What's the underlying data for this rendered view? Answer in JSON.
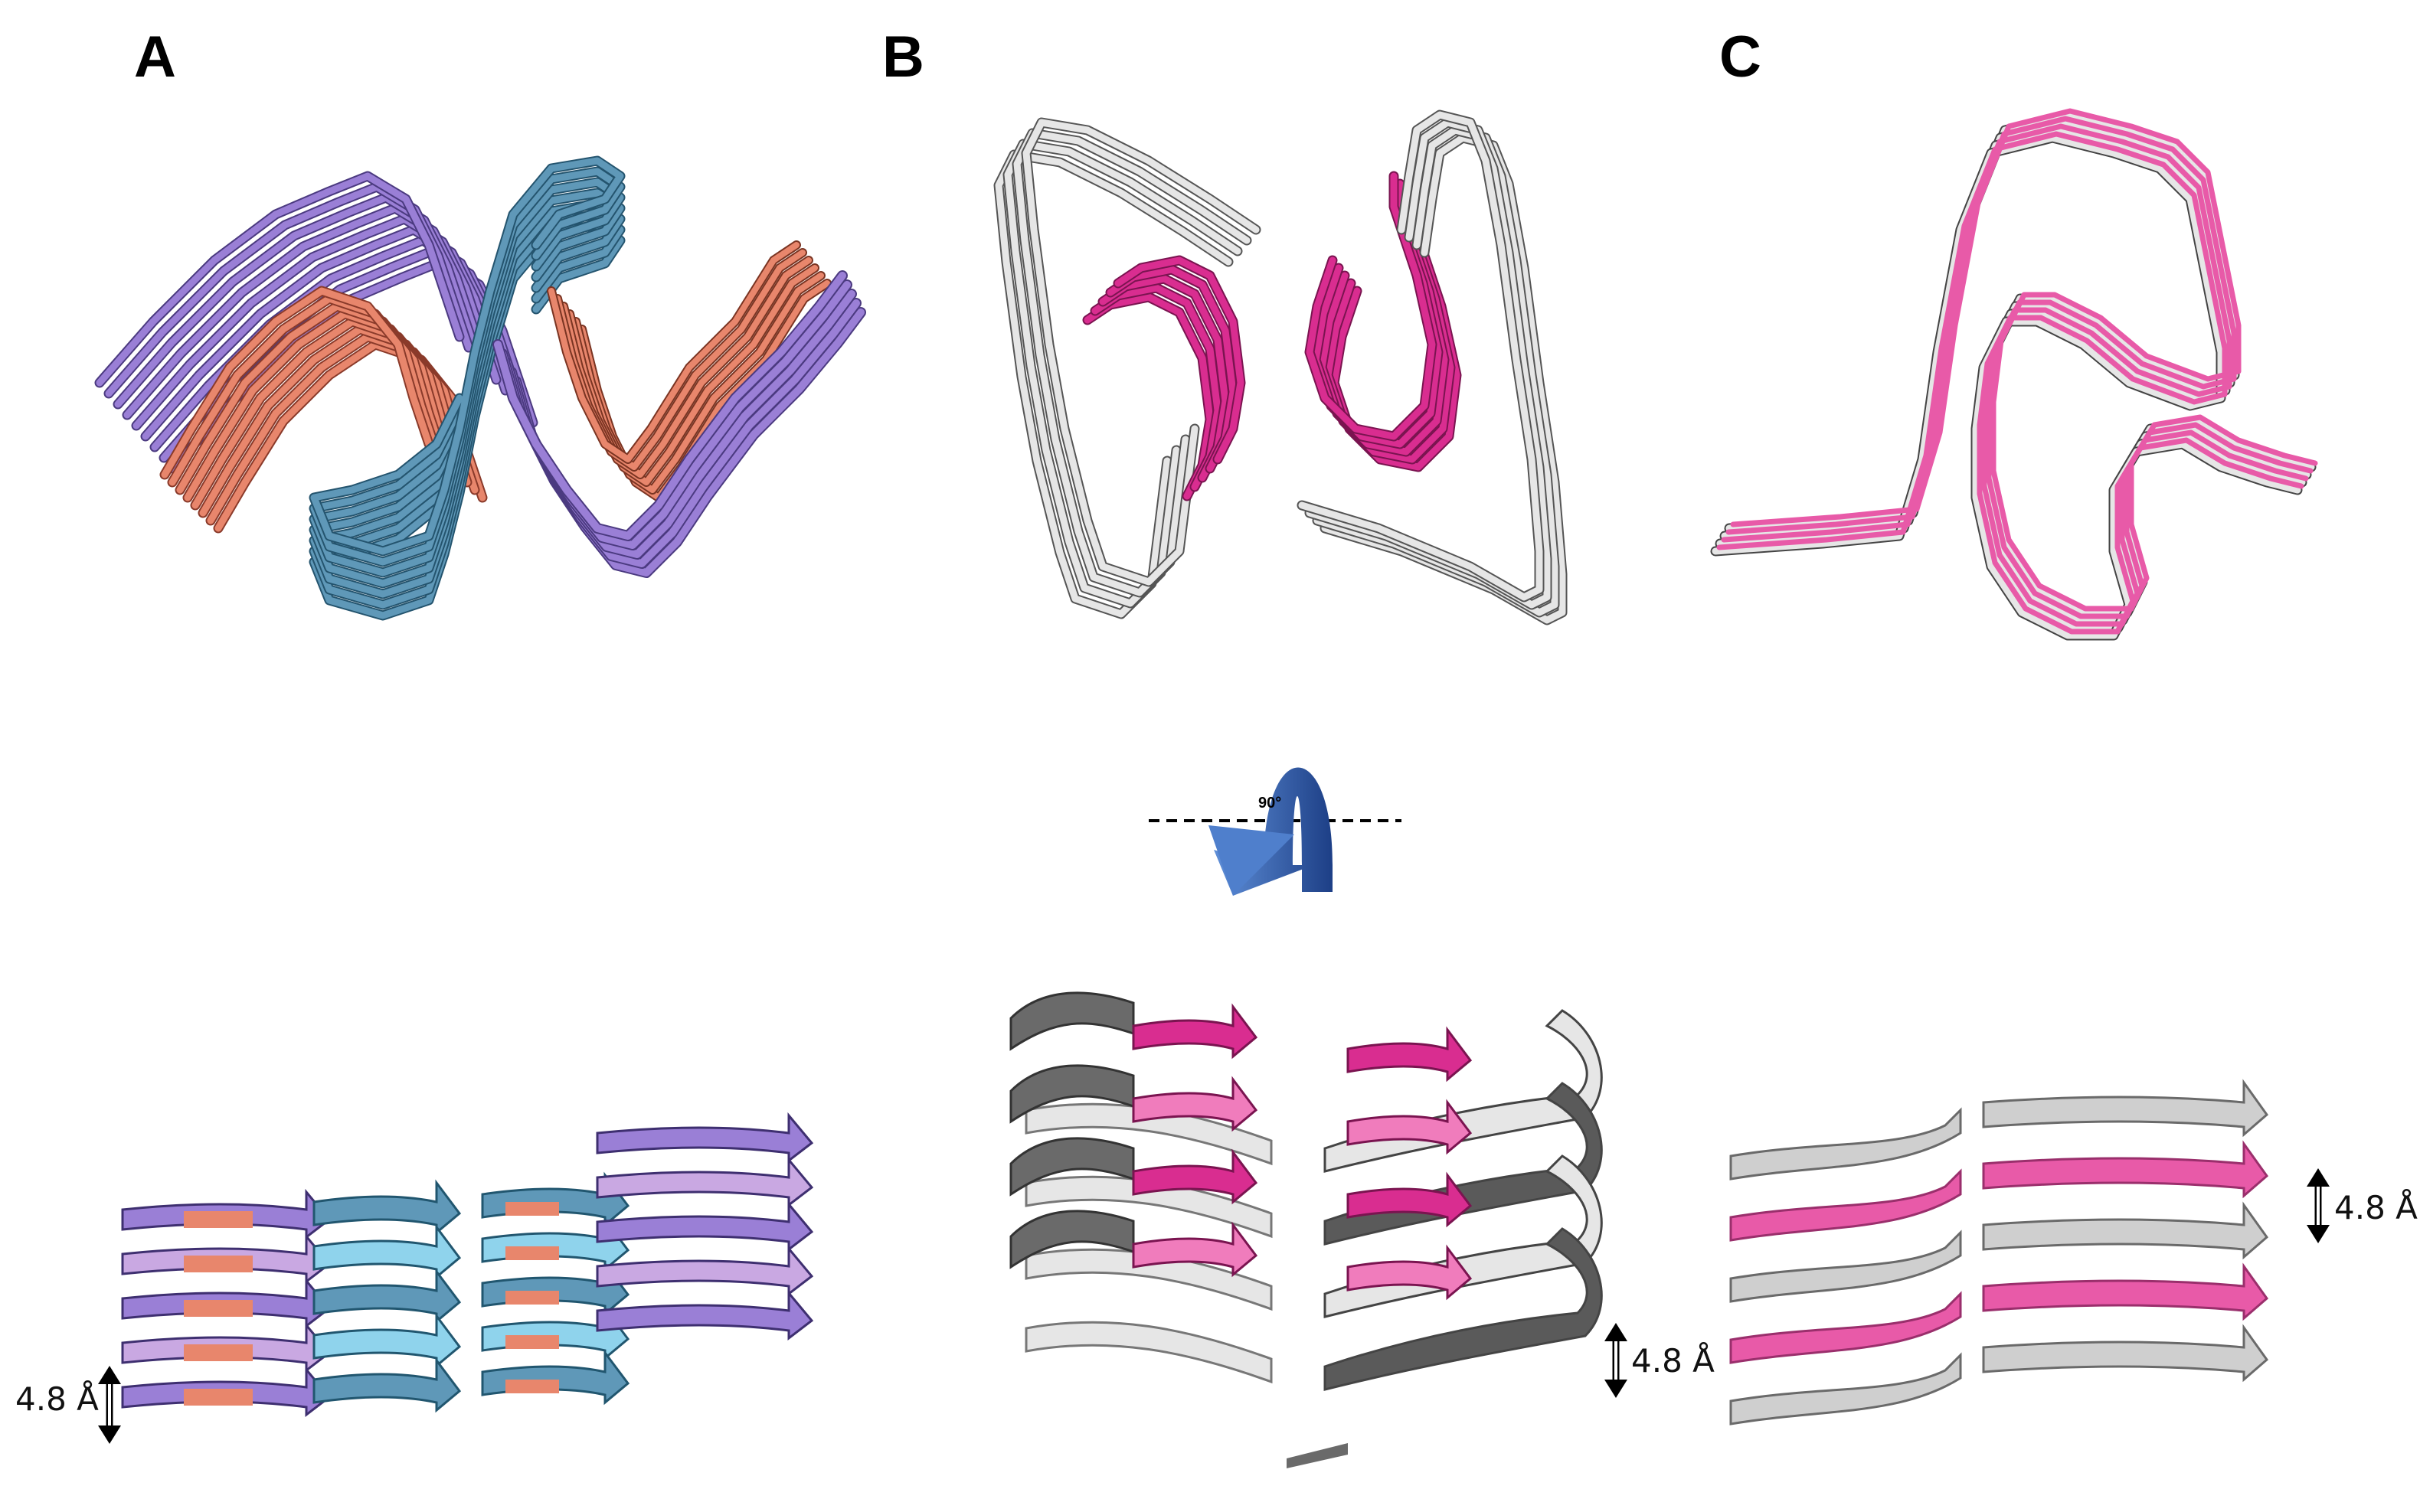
{
  "panels": [
    {
      "letter": "A",
      "spacing_label": "4.8 Å"
    },
    {
      "letter": "B",
      "spacing_label": "4.8 Å"
    },
    {
      "letter": "C",
      "spacing_label": "4.8 Å"
    }
  ],
  "rotation": {
    "angle_label": "90°"
  },
  "colors": {
    "a_purple": "#9a7fd6",
    "a_lilac": "#c9a8e2",
    "a_salmon": "#e8866c",
    "a_blue": "#5f98b8",
    "a_cyan": "#8fd3ec",
    "b_gray": "#a7a7a7",
    "b_white": "#e6e6e6",
    "b_magenta": "#d92d90",
    "b_pink": "#f07cbc",
    "c_pink": "#e85aa8",
    "arrow_blue": "#2f5ea8"
  }
}
